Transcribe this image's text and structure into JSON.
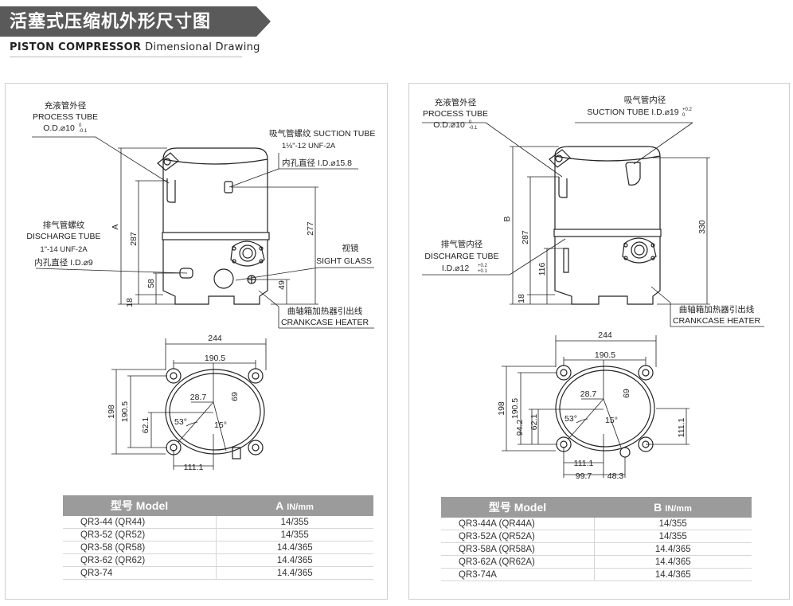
{
  "header": {
    "title": "活塞式压缩机外形尺寸图",
    "subtitle_bold": "PISTON COMPRESSOR",
    "subtitle_rest": "Dimensional Drawing"
  },
  "left_drawing": {
    "process_tube": [
      "充液管外径",
      "PROCESS TUBE",
      "O.D.⌀10",
      "0",
      "-0.1"
    ],
    "suction_tube": [
      "吸气管螺纹 SUCTION TUBE",
      "1⅛\"-12 UNF-2A",
      "内孔直径 I.D.⌀15.8"
    ],
    "discharge_tube": [
      "排气管螺纹",
      "DISCHARGE TUBE",
      "1\"-14 UNF-2A",
      "内孔直径 I.D.⌀9"
    ],
    "sight_glass": [
      "视镜",
      "SIGHT GLASS"
    ],
    "crankcase": [
      "曲轴箱加热器引出线",
      "CRANKCASE HEATER"
    ],
    "dims": {
      "A": "A",
      "h287": "287",
      "h277": "277",
      "h58": "58",
      "h49": "49",
      "h18": "18"
    },
    "bottom": {
      "w244": "244",
      "w190": "190.5",
      "h198": "198",
      "h190": "190.5",
      "d287": "28.7",
      "d69": "69",
      "d621": "62.1",
      "a53": "53°",
      "a15": "15°",
      "w111": "111.1"
    }
  },
  "right_drawing": {
    "process_tube": [
      "充液管外径",
      "PROCESS TUBE",
      "O.D.⌀10",
      "0",
      "-0.1"
    ],
    "suction_tube": [
      "吸气管内径",
      "SUCTION TUBE I.D.⌀19",
      "+0.2",
      "0"
    ],
    "discharge_tube": [
      "排气管内径",
      "DISCHARGE TUBE",
      "I.D.⌀12",
      "+0.2",
      "+0.1"
    ],
    "crankcase": [
      "曲轴箱加热器引出线",
      "CRANKCASE HEATER"
    ],
    "dims": {
      "B": "B",
      "h287": "287",
      "h330": "330",
      "h116": "116",
      "h18": "18"
    },
    "bottom": {
      "w244": "244",
      "w190": "190.5",
      "h198": "198",
      "h190": "190.5",
      "d287": "28.7",
      "d69": "69",
      "d942": "94.2",
      "d621": "62.1",
      "a53": "53°",
      "a15": "15°",
      "w111": "111.1",
      "w997": "99.7",
      "w483": "48.3",
      "h1111": "111.1"
    }
  },
  "table_left": {
    "model_header": "型号 Model",
    "value_header": "A",
    "unit": "IN/mm",
    "rows": [
      {
        "model": "QR3-44    (QR44)",
        "value": "14/355"
      },
      {
        "model": "QR3-52    (QR52)",
        "value": "14/355"
      },
      {
        "model": "QR3-58    (QR58)",
        "value": "14.4/365"
      },
      {
        "model": "QR3-62    (QR62)",
        "value": "14.4/365"
      },
      {
        "model": "QR3-74",
        "value": "14.4/365"
      }
    ]
  },
  "table_right": {
    "model_header": "型号 Model",
    "value_header": "B",
    "unit": "IN/mm",
    "rows": [
      {
        "model": "QR3-44A  (QR44A)",
        "value": "14/355"
      },
      {
        "model": "QR3-52A  (QR52A)",
        "value": "14/355"
      },
      {
        "model": "QR3-58A  (QR58A)",
        "value": "14.4/365"
      },
      {
        "model": "QR3-62A  (QR62A)",
        "value": "14.4/365"
      },
      {
        "model": "QR3-74A",
        "value": "14.4/365"
      }
    ]
  },
  "colors": {
    "banner": "#5a5a5a",
    "header_bg": "#9b9b9b",
    "line": "#222222"
  }
}
